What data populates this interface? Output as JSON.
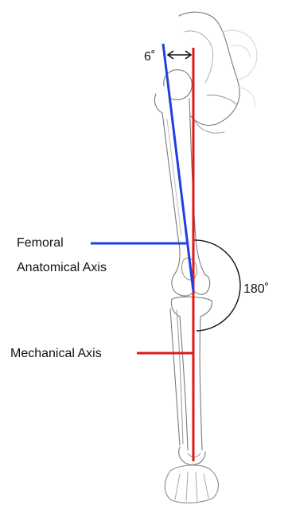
{
  "labels": {
    "angle_top": "6˚",
    "angle_knee": "180˚",
    "femoral_axis_line1": "Femoral",
    "femoral_axis_line2": "Anatomical Axis",
    "mechanical_axis": "Mechanical Axis"
  },
  "colors": {
    "femoral_axis": "#1f3fe0",
    "mechanical_axis": "#e01818",
    "bone_outline": "#6a6a6a",
    "annotation": "#111111"
  }
}
